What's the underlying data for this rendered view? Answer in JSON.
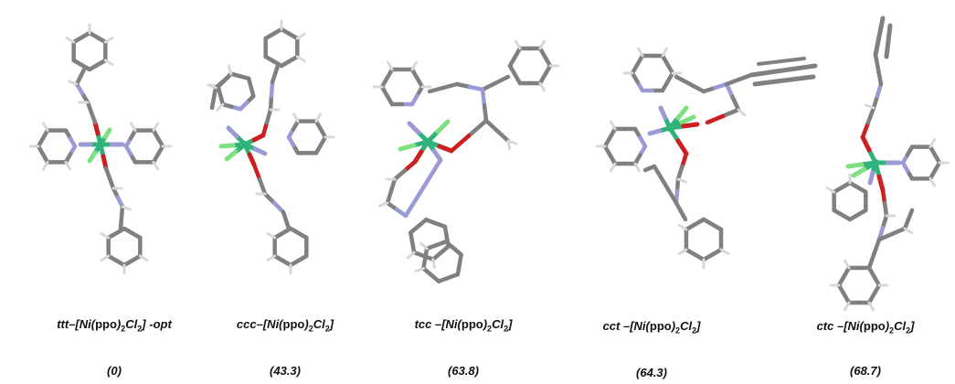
{
  "structures": [
    {
      "isomer": "ttt",
      "complex_open": "–[Ni(",
      "ligand": "ppo",
      "complex_mid": ")",
      "sub": "2",
      "complex_cl": "Cl",
      "sub2": "2",
      "complex_close": "]",
      "suffix": " -opt",
      "energy": "(0)"
    },
    {
      "isomer": "ccc",
      "complex_open": "–[Ni(",
      "ligand": "ppo",
      "complex_mid": ")",
      "sub": "2",
      "complex_cl": "Cl",
      "sub2": "2",
      "complex_close": "]",
      "suffix": "",
      "energy": "(43.3)"
    },
    {
      "isomer": "tcc",
      "complex_open": " –[Ni(",
      "ligand": "ppo",
      "complex_mid": ")",
      "sub": "2",
      "complex_cl": "Cl",
      "sub2": "2",
      "complex_close": "]",
      "suffix": "",
      "energy": "(63.8)"
    },
    {
      "isomer": "cct",
      "complex_open": " –[Ni(",
      "ligand": "ppo",
      "complex_mid": ")",
      "sub": "2",
      "complex_cl": "Cl",
      "sub2": "2",
      "complex_close": "]",
      "suffix": "",
      "energy": "(64.3)"
    },
    {
      "isomer": "ctc",
      "complex_open": " –[Ni(",
      "ligand": "ppo",
      "complex_mid": ")",
      "sub": "2",
      "complex_cl": "Cl",
      "sub2": "2",
      "complex_close": "]",
      "suffix": "",
      "energy": "(68.7)"
    }
  ],
  "colors": {
    "bond": "#808080",
    "nickel": "#2fb37a",
    "chlorine": "#7fe07f",
    "oxygen": "#cc1f1f",
    "nitrogen": "#9a9ad6",
    "hydrogen": "#d8d8d8"
  }
}
